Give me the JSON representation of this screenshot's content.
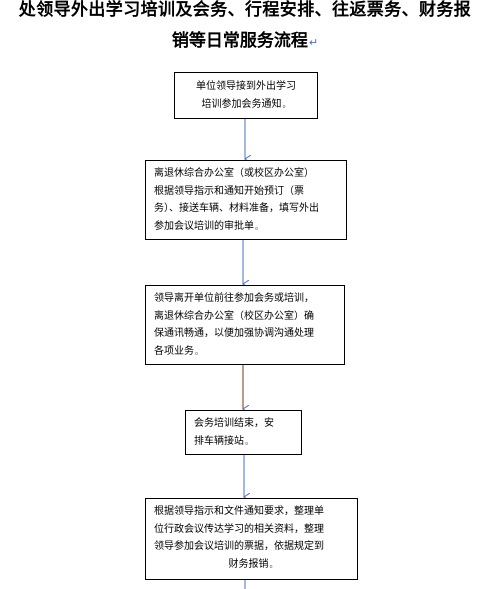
{
  "document": {
    "title_line_1": "处领导外出学习培训及会务、行程安排、往返票务、财务报",
    "title_line_2": "销等日常服务流程",
    "paragraph_mark": "↵"
  },
  "flowchart": {
    "steps": [
      {
        "lines": [
          "单位领导接到外出学习",
          "培训参加会务通知"
        ],
        "end_mark": "。"
      },
      {
        "lines": [
          "离退休综合办公室（或校区办公室）",
          "根据领导指示和通知开始预订（票",
          "务）、接送车辆、材料准备，填写外出",
          "参加会议培训的审批单"
        ],
        "end_mark": "。"
      },
      {
        "lines": [
          "领导离开单位前往参加会务或培训，",
          "离退休综合办公室（校区办公室）确",
          "保通讯畅通，以便加强协调沟通处理",
          "各项业务"
        ],
        "end_mark": "。"
      },
      {
        "lines": [
          "会务培训结束，安",
          "排车辆接站"
        ],
        "end_mark": "。"
      },
      {
        "lines": [
          "根据领导指示和文件通知要求，整理单",
          "位行政会议传达学习的相关资料，整理",
          "领导参加会议培训的票据，依据规定到",
          "财务报销"
        ],
        "end_mark": "。"
      }
    ],
    "connector_color": "#4a72c4",
    "connector_accent_color": "#8a5a2e",
    "box_border_color": "#000000"
  }
}
